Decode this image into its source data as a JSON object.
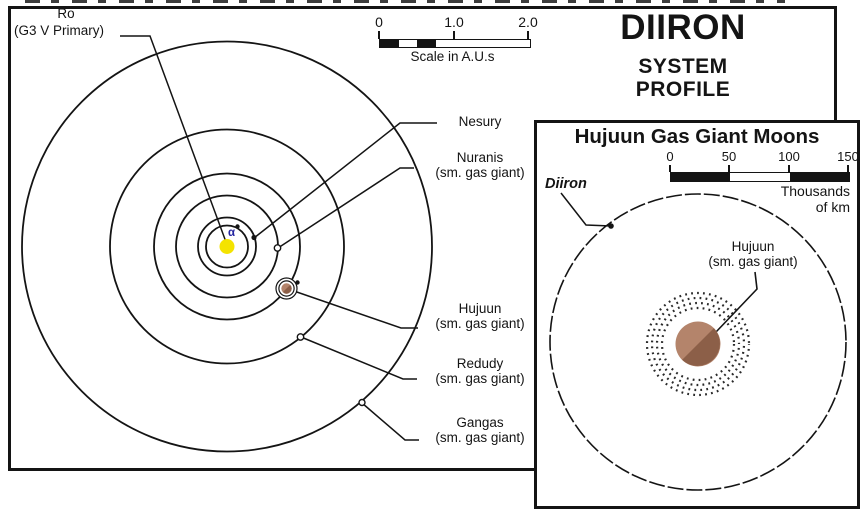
{
  "main": {
    "title_line1": "DIIRON",
    "title_line2": "SYSTEM",
    "title_line3": "PROFILE",
    "scale": {
      "tick0": "0",
      "tick1": "1.0",
      "tick2": "2.0",
      "caption": "Scale in A.U.s"
    },
    "star_label_line1": "Ro",
    "star_label_line2": "(G3 V Primary)",
    "alpha_marker": "α",
    "planets": [
      {
        "name": "Nesury",
        "type": ""
      },
      {
        "name": "Nuranis",
        "type": "(sm. gas giant)"
      },
      {
        "name": "Hujuun",
        "type": "(sm. gas giant)"
      },
      {
        "name": "Redudy",
        "type": "(sm. gas giant)"
      },
      {
        "name": "Gangas",
        "type": "(sm. gas giant)"
      }
    ]
  },
  "inset": {
    "title": "Hujuun Gas Giant Moons",
    "scale": {
      "tick0": "0",
      "tick1": "50",
      "tick2": "100",
      "tick3": "150",
      "unit_line1": "Thousands",
      "unit_line2": "of km"
    },
    "moon_label": "Diiron",
    "planet_name": "Hujuun",
    "planet_type": "(sm. gas giant)"
  },
  "colors": {
    "ink": "#141414",
    "star_yellow": "#f4e300",
    "planet_light": "#b4846b",
    "planet_dark": "#8c5f48",
    "alpha_blue": "#2424a0"
  }
}
